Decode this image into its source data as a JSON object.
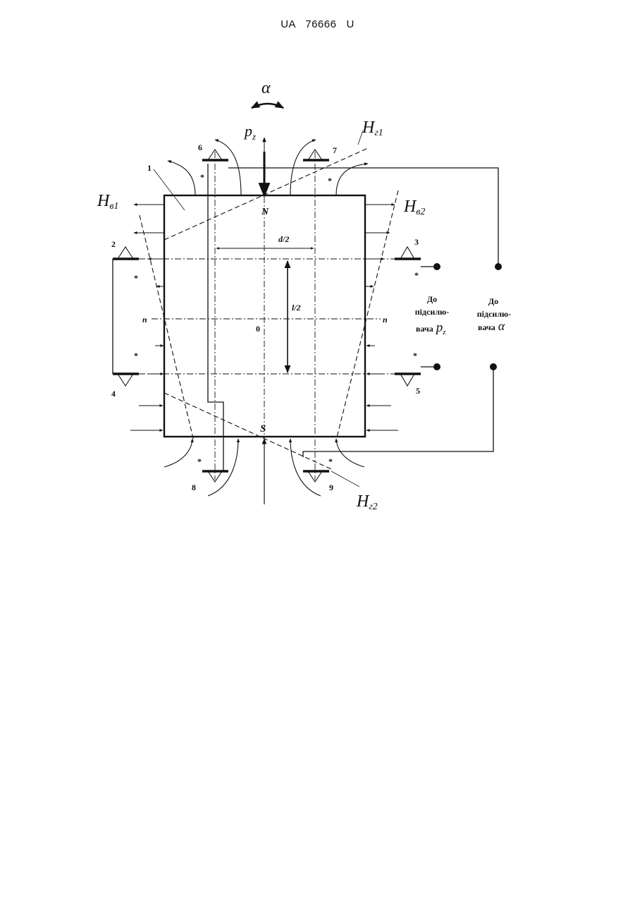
{
  "header": {
    "publication_number": "UA   76666   U"
  },
  "figure": {
    "rotation_symbol": "α",
    "force_label": "p",
    "force_sub": "z",
    "pole_north": "N",
    "pole_south": "S",
    "axis_label_left": "n",
    "axis_label_right": "n",
    "origin_label": "0",
    "dim_d": "d/2",
    "dim_l": "l/2",
    "field_labels": {
      "hv1": "H",
      "hv1_sub": "в1",
      "hv2": "H",
      "hv2_sub": "в2",
      "hg1": "H",
      "hg1_sub": "г1",
      "hg2": "H",
      "hg2_sub": "г2"
    },
    "part_numbers": [
      "1",
      "2",
      "3",
      "4",
      "5",
      "6",
      "7",
      "8",
      "9"
    ],
    "star": "*",
    "output_pz": {
      "line1": "До",
      "line2": "підсилю-",
      "line3": "вача",
      "symbol": "p",
      "symbol_sub": "z"
    },
    "output_alpha": {
      "line1": "До",
      "line2": "підсилю-",
      "line3": "вача",
      "symbol": "α"
    }
  }
}
